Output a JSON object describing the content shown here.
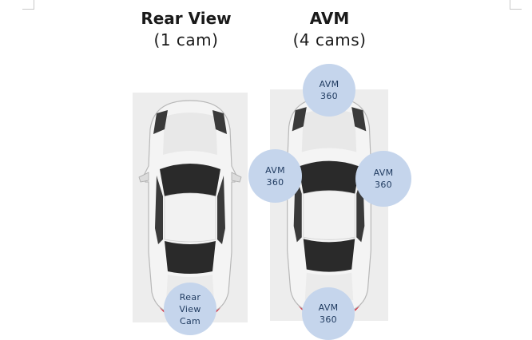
{
  "rear_view": {
    "title": "Rear View",
    "subtitle": "(1 cam)",
    "camera_label": "Rear\nView\nCam"
  },
  "avm": {
    "title": "AVM",
    "subtitle": "(4 cams)",
    "cameras": [
      {
        "position": "front",
        "label": "AVM\n360"
      },
      {
        "position": "left",
        "label": "AVM\n360"
      },
      {
        "position": "right",
        "label": "AVM\n360"
      },
      {
        "position": "rear",
        "label": "AVM\n360"
      }
    ]
  },
  "colors": {
    "camera_fill": "#c5d5ec",
    "panel_bg": "#ededed",
    "car_body": "#f4f4f4",
    "glass": "#2a2a2a",
    "tail_light": "#d8283c"
  }
}
